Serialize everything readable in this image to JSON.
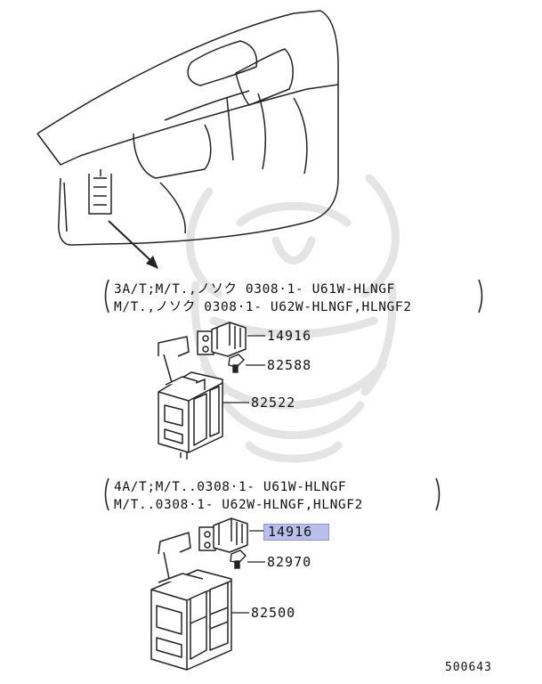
{
  "watermark": "samurai-mask-watermark",
  "conditions": {
    "group1": {
      "line1": "3A/T;M/T.,ノソク 0308·1- U61W-HLNGF",
      "line2": "M/T.,ノソク 0308·1- U62W-HLNGF,HLNGF2"
    },
    "group2": {
      "line1": "4A/T;M/T..0308·1- U61W-HLNGF",
      "line2": "M/T..0308·1- U62W-HLNGF,HLNGF2"
    }
  },
  "parts": {
    "g1_relay": "14916",
    "g1_bolt": "82588",
    "g1_box": "82522",
    "g2_relay": "14916",
    "g2_bolt": "82970",
    "g2_box": "82500"
  },
  "highlight_part": "14916",
  "highlight_color": "#b9bfe9",
  "figure_id": "500643"
}
